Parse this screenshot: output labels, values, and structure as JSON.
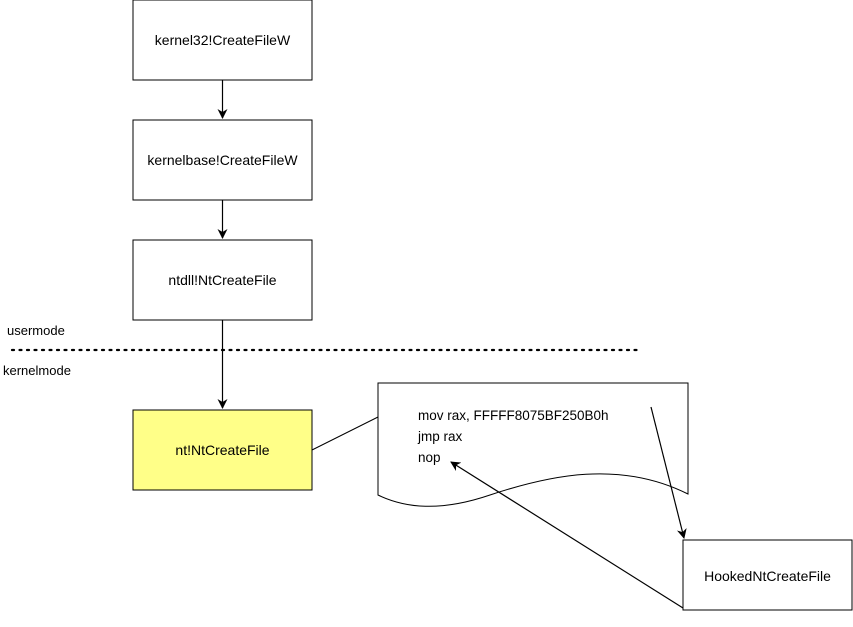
{
  "nodes": {
    "kernel32": {
      "label": "kernel32!CreateFileW"
    },
    "kernelbase": {
      "label": "kernelbase!CreateFileW"
    },
    "ntdll": {
      "label": "ntdll!NtCreateFile"
    },
    "nt": {
      "label": "nt!NtCreateFile",
      "fill": "#FFFF88"
    },
    "hooked": {
      "label": "HookedNtCreateFile"
    }
  },
  "boundary": {
    "above_label": "usermode",
    "below_label": "kernelmode"
  },
  "code_note": {
    "lines": [
      "mov rax, FFFFF8075BF250B0h",
      "jmp rax",
      "nop"
    ]
  },
  "colors": {
    "stroke": "#000000",
    "background": "#FFFFFF",
    "highlight": "#FFFF88"
  }
}
